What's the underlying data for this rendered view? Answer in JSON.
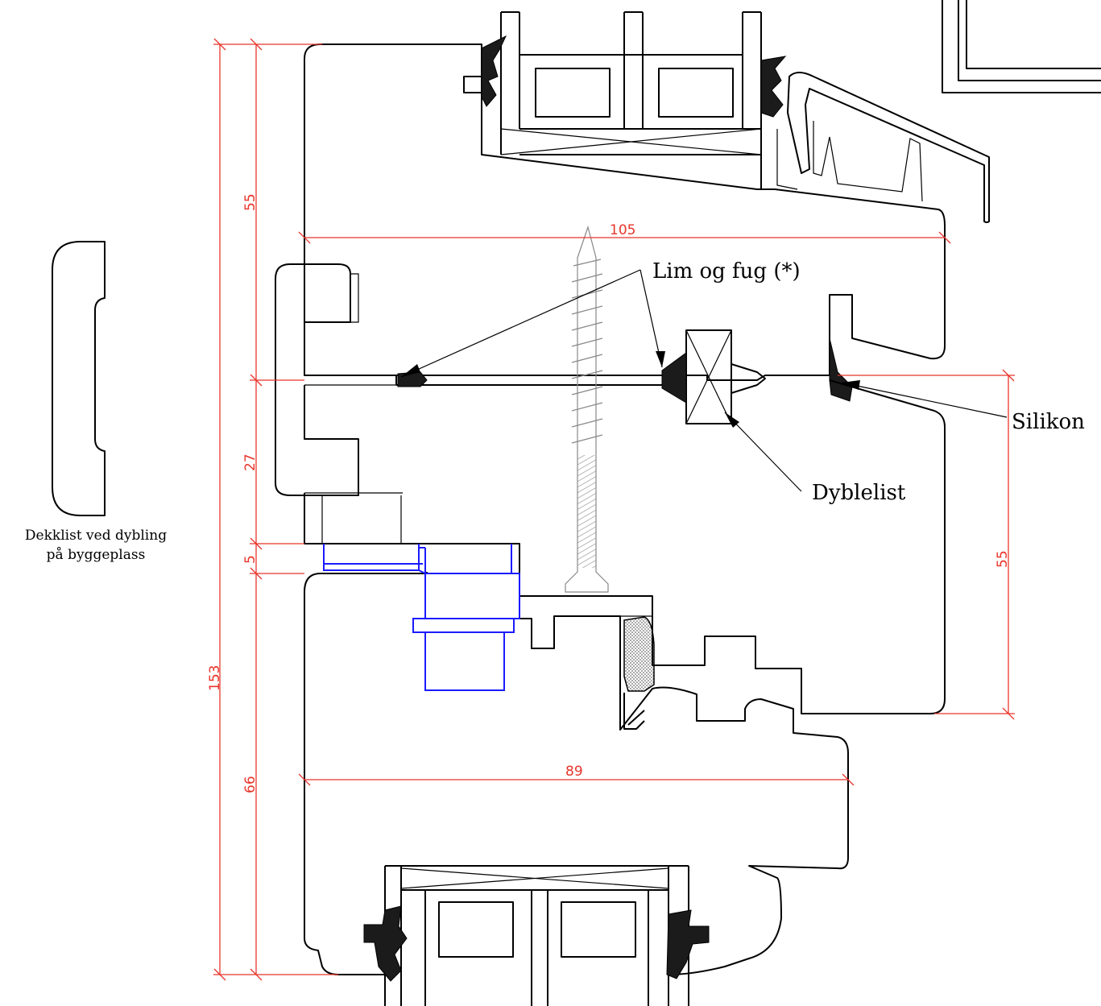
{
  "dimensions": {
    "total_height": "153",
    "upper_section": "55",
    "mid_section": "27",
    "gap": "5",
    "lower_section": "66",
    "upper_width": "105",
    "lower_width": "89",
    "right_height": "55"
  },
  "labels": {
    "lim_og_fug": "Lim og fug (*)",
    "silikon": "Silikon",
    "dyblelist": "Dyblelist"
  },
  "caption": {
    "line1": "Dekklist ved dybling",
    "line2": "på byggeplass"
  },
  "colors": {
    "dimension": "#e8352b",
    "outline": "#000000",
    "hardware": "#1a1aff",
    "screw": "#888888"
  }
}
